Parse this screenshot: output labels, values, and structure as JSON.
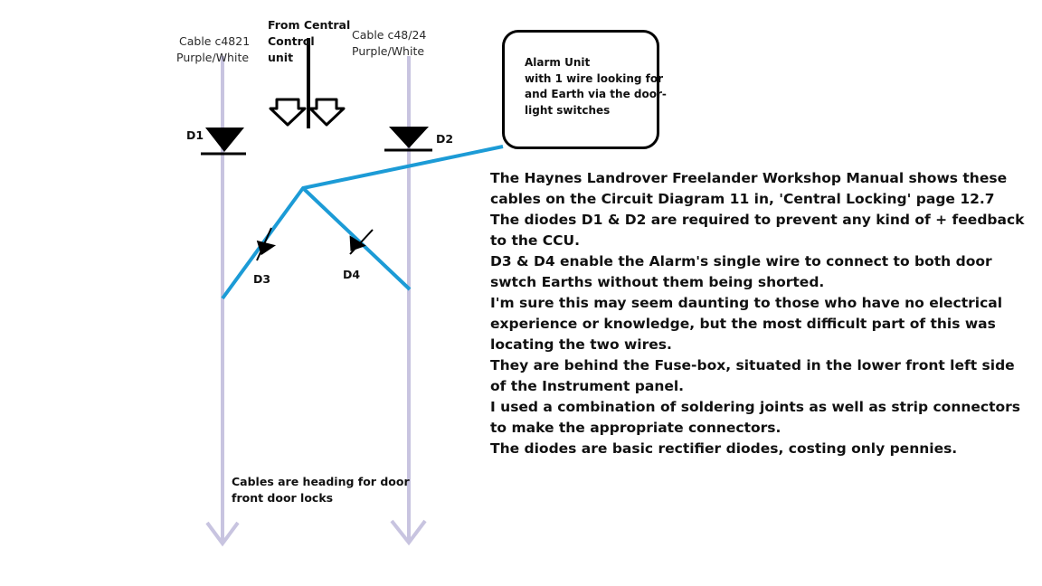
{
  "labels": {
    "cable_left": "Cable c4821",
    "cable_left_color": "Purple/White",
    "cable_right": "Cable c48/24",
    "cable_right_color": "Purple/White",
    "central_control_1": "From Central",
    "central_control_2": "Control",
    "central_control_3": "unit",
    "d1": "D1",
    "d2": "D2",
    "d3": "D3",
    "d4": "D4",
    "cables_heading_1": "Cables are heading for door",
    "cables_heading_2": "front door locks"
  },
  "alarm_unit": {
    "lines": [
      "Alarm Unit",
      "with 1 wire looking for",
      "and Earth via the door-",
      "light switches"
    ]
  },
  "description": [
    "The Haynes Landrover Freelander Workshop Manual shows these",
    "cables on the Circuit Diagram 11 in, 'Central Locking' page 12.7",
    "The diodes D1 & D2 are required to prevent any kind of + feedback",
    "to the CCU.",
    "D3 & D4 enable the Alarm's single wire to connect to both door",
    "swtch Earths without them being shorted.",
    "I'm sure this may seem daunting to those who have no electrical",
    "experience or knowledge, but the most difficult part of this was",
    "locating the two wires.",
    "They are behind the Fuse-box, situated in the lower front left side",
    "of the Instrument panel.",
    "I used a combination of soldering joints as well as strip connectors",
    "to make the appropriate connectors.",
    "The diodes are basic rectifier diodes, costing only pennies."
  ],
  "colors": {
    "cable": "#c8c4e0",
    "alarm_wire": "#1c9bd6",
    "ink": "#000000"
  }
}
